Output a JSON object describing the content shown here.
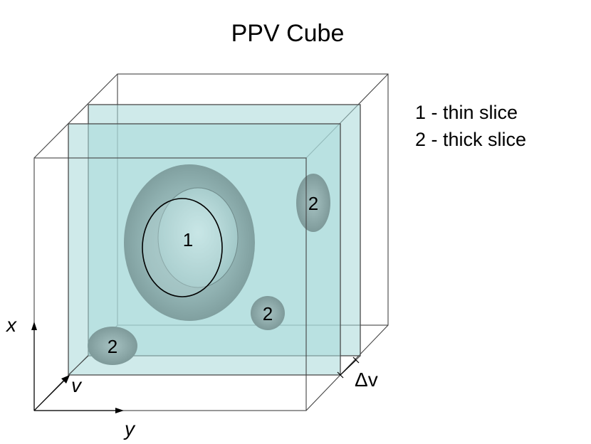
{
  "title": "PPV Cube",
  "legend": [
    "1 - thin slice",
    "2 - thick slice"
  ],
  "blob_labels": {
    "center": "1",
    "top_right": "2",
    "middle_right": "2",
    "bottom_left": "2"
  },
  "axes": {
    "x": "x",
    "y": "y",
    "v": "v",
    "delta_v": "Δv"
  },
  "colors": {
    "slice_fill": "#a8d8d8",
    "blob_dark": "#7f9a9a",
    "blob_center": "#bfe3e3",
    "edge": "#444444"
  }
}
